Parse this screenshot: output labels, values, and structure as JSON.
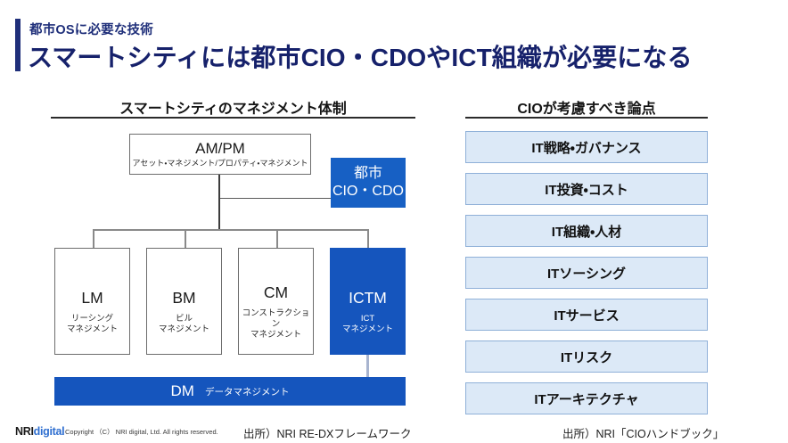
{
  "header": {
    "eyebrow": "都市OSに必要な技術",
    "title": "スマートシティには都市CIO・CDOやICT組織が必要になる",
    "accent_color": "#1f2f7a"
  },
  "left_panel": {
    "title": "スマートシティのマネジメント体制",
    "source": "出所）NRI RE-DXフレームワーク",
    "org_chart": {
      "root": {
        "code": "AM/PM",
        "label": "アセット・マネジメント/プロパティ・マネジメント"
      },
      "side_node": {
        "label": "都市\nCIO・CDO",
        "color": "#1760c4",
        "highlighted": true
      },
      "units": [
        {
          "code": "LM",
          "label": "リーシング\nマネジメント",
          "highlighted": false
        },
        {
          "code": "BM",
          "label": "ビル\nマネジメント",
          "highlighted": false
        },
        {
          "code": "CM",
          "label": "コンストラクション\nマネジメント",
          "highlighted": false
        },
        {
          "code": "ICTM",
          "label": "ICT\nマネジメント",
          "highlighted": true
        }
      ],
      "foundation": {
        "code": "DM",
        "label": "データマネジメント",
        "color": "#1555bd",
        "highlighted": true
      }
    }
  },
  "right_panel": {
    "title": "CIOが考慮すべき論点",
    "source": "出所）NRI「CIOハンドブック」",
    "topics": [
      "IT戦略・ガバナンス",
      "IT投資・コスト",
      "IT組織・人材",
      "ITソーシング",
      "ITサービス",
      "ITリスク",
      "ITアーキテクチャ"
    ],
    "topic_fill": "#dce9f7",
    "topic_border": "#8fb0d8"
  },
  "footer": {
    "logo_primary": "NRI",
    "logo_secondary": "digital",
    "copyright": "Copyright （C） NRI digital, Ltd. All rights reserved."
  }
}
